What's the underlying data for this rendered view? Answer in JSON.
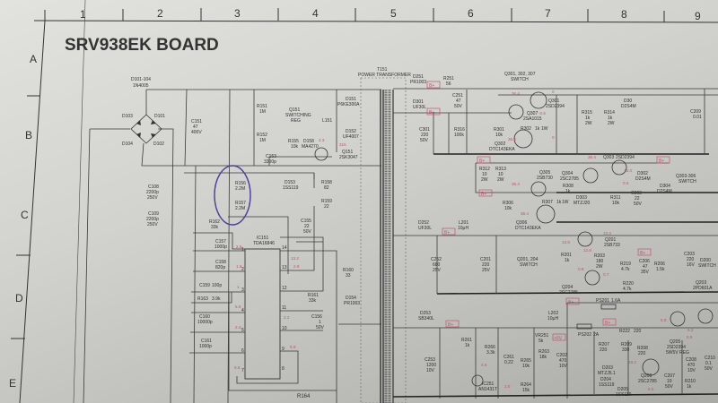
{
  "title": "SRV938EK BOARD",
  "grid": {
    "columns": [
      "1",
      "2",
      "3",
      "4",
      "5",
      "6",
      "7",
      "8",
      "9"
    ],
    "rows": [
      "A",
      "B",
      "C",
      "D",
      "E"
    ]
  },
  "bplus": "B+",
  "plus6v": "+6V",
  "labels": {
    "d101_104": [
      "D101-104",
      "1N4005"
    ],
    "d103": "D103",
    "d101": "D101",
    "d104": "D104",
    "d102": "D102",
    "c151": [
      "C151",
      "47",
      "400V"
    ],
    "r151": [
      "R151",
      "1M"
    ],
    "r152": [
      "R152",
      "1M"
    ],
    "q151_func": [
      "Q151",
      "SWITCHING",
      "REG"
    ],
    "d151": [
      "D151",
      "P6KE300A"
    ],
    "l151": "L151",
    "d152": [
      "D152",
      "UF4007"
    ],
    "r155": [
      "R155",
      "10k"
    ],
    "d158": [
      "D158",
      "MA4270"
    ],
    "c153": [
      "C153",
      "3300p"
    ],
    "q151": [
      "Q151",
      "2SK3047"
    ],
    "d153": [
      "D153",
      "1SS119"
    ],
    "r158": [
      "R158",
      "82"
    ],
    "r156": [
      "R156",
      "2.2M"
    ],
    "r157": [
      "R157",
      "2.2M"
    ],
    "c108": [
      "C108",
      "2200p",
      "250V"
    ],
    "c109": [
      "C109",
      "2200p",
      "250V"
    ],
    "r159": [
      "R159",
      "22"
    ],
    "r162": [
      "R162",
      "33k"
    ],
    "ic151": [
      "IC151",
      "TDA16846"
    ],
    "c157": [
      "C157",
      "1000p"
    ],
    "c158": [
      "C158",
      "820p"
    ],
    "c159": [
      "C159",
      "100p"
    ],
    "r163": [
      "R163",
      "3.9k"
    ],
    "c160": [
      "C160",
      "10000p"
    ],
    "c161": [
      "C161",
      "1000p"
    ],
    "c155": [
      "C155",
      "22",
      "50V"
    ],
    "r160": [
      "R160",
      "33"
    ],
    "d154": [
      "D154",
      "PR1003"
    ],
    "r161": [
      "R161",
      "33k"
    ],
    "c156": [
      "C156",
      "1",
      "50V"
    ],
    "r164": "R164",
    "t151": [
      "T151",
      "POWER TRANSFORMER"
    ],
    "d251": [
      "D251",
      "PR1003"
    ],
    "r251": [
      "R251",
      "56"
    ],
    "q301_group": [
      "Q301, 302, 307",
      "SWITCH"
    ],
    "c251": [
      "C251",
      "47",
      "50V"
    ],
    "d301": [
      "D301",
      "UF30L"
    ],
    "q301": [
      "Q301",
      "2SD2394"
    ],
    "q307": [
      "Q307",
      "2SA1015"
    ],
    "r315": [
      "R315",
      "1k",
      "2W"
    ],
    "r314": [
      "R314",
      "1k",
      "2W"
    ],
    "d30": [
      "D30",
      "D2S4M"
    ],
    "c209": [
      "C209",
      "0.01"
    ],
    "c301": [
      "C301",
      "220",
      "50V"
    ],
    "r316": [
      "R316",
      "100k"
    ],
    "r301": [
      "R301",
      "10k"
    ],
    "r302": [
      "R302",
      "1k",
      "1W"
    ],
    "q302": [
      "Q302",
      "DTC143EKA"
    ],
    "q303": [
      "Q303",
      "2SD2394"
    ],
    "r312": [
      "R312",
      "10",
      "2W"
    ],
    "r313": [
      "R313",
      "10",
      "2W"
    ],
    "q305": [
      "Q305",
      "2SB730"
    ],
    "q304": [
      "Q304",
      "2SC2785"
    ],
    "d302": [
      "D302",
      "D2S4M"
    ],
    "q303_group": [
      "Q303-306",
      "SWITCH"
    ],
    "d304": [
      "D304",
      "D2S4M"
    ],
    "r306": [
      "R306",
      "10k"
    ],
    "r308": [
      "R308",
      "1k"
    ],
    "r307": [
      "R307",
      "1k",
      "1W"
    ],
    "d303": [
      "D303",
      "MTZJ20"
    ],
    "r311": [
      "R311",
      "10k"
    ],
    "c303": [
      "C303",
      "22",
      "50V"
    ],
    "q306": [
      "Q306",
      "DTC143EKA"
    ],
    "d252": [
      "D252",
      "UF30L"
    ],
    "l201": [
      "L201",
      "10μH"
    ],
    "c252": [
      "C252",
      "680",
      "25V"
    ],
    "c201": [
      "C201",
      "220",
      "25V"
    ],
    "q201_group": [
      "Q201, 204",
      "SWITCH"
    ],
    "q201": [
      "Q201",
      "2SB733"
    ],
    "r201": [
      "R201",
      "1k"
    ],
    "r203": [
      "R203",
      "180",
      "2W"
    ],
    "q204": [
      "Q204",
      "2SC2785"
    ],
    "r219": [
      "R219",
      "4.7k"
    ],
    "c206": [
      "C206",
      "47",
      "35V"
    ],
    "r206": [
      "R206",
      "1.5k"
    ],
    "r220": [
      "R220",
      "4.7k"
    ],
    "c203": [
      "C203",
      "220",
      "16V"
    ],
    "d200": [
      "D200",
      "SWITCH"
    ],
    "q203": [
      "Q203",
      "2PD601A"
    ],
    "ps201": [
      "PS201",
      "1.6A"
    ],
    "d253": [
      "D253",
      "SB340L"
    ],
    "l202": [
      "L202",
      "10μH"
    ],
    "ps202": [
      "PS202",
      "2A"
    ],
    "vr251": [
      "VR251",
      "5k"
    ],
    "r261": [
      "R261",
      "1k"
    ],
    "r266": [
      "R266",
      "3.3k"
    ],
    "c253": [
      "C253",
      "1200",
      "10V"
    ],
    "c261": [
      "C261",
      "0.22"
    ],
    "r265": [
      "R265",
      "10k"
    ],
    "r263": [
      "R263",
      "18k"
    ],
    "c202": [
      "C202",
      "470",
      "10V"
    ],
    "r222": [
      "R222",
      "220"
    ],
    "r207": [
      "R207",
      "220"
    ],
    "r209": [
      "R209",
      "330"
    ],
    "r208": [
      "R208",
      "220"
    ],
    "q205": [
      "Q205",
      "2SD2394",
      "5W5V REG"
    ],
    "d203": [
      "D203",
      "MTZJ5.1"
    ],
    "d204": [
      "D204",
      "1SS119"
    ],
    "d205": [
      "D205",
      "1SS119"
    ],
    "q208": [
      "Q208",
      "2SC2785"
    ],
    "c207": [
      "C207",
      "10",
      "50V"
    ],
    "c208": [
      "C208",
      "470",
      "10V"
    ],
    "r210": [
      "R210",
      "1k"
    ],
    "c210": [
      "C210",
      "0.1",
      "50V"
    ],
    "ic251": [
      "IC251",
      "AN1431T"
    ],
    "r264": [
      "R264",
      "15k"
    ]
  },
  "ic151_pins": [
    "1",
    "2",
    "3",
    "4",
    "5",
    "6",
    "7",
    "8",
    "9",
    "10",
    "11",
    "12",
    "13",
    "14"
  ],
  "voltages": {
    "q151_d": "315",
    "q151_g": "2.3",
    "ic_p1": "2.6",
    "ic_p2": "1.6",
    "ic_p3": "1",
    "ic_p4": "5.6",
    "ic_p5": "2.4",
    "ic_p7": "5.8",
    "ic_p9": "5.9",
    "ic_p11": "2.2",
    "ic_p13": "2.9",
    "ic_p14": "13.2",
    "q301_e": "36.4",
    "q301_c": "0",
    "q307": "-0.5",
    "q302_b": "36.3",
    "q302_c": "0",
    "q303": "36.4",
    "q303_e": "13.4",
    "q303_b": "0.5",
    "q305": "36.4",
    "q306": "36.4",
    "q201_e": "13.8",
    "q201_c": "13.3",
    "q201_b": "12.8",
    "q204_b": "0.8",
    "q204_c": "0.7",
    "ic251": "4.6",
    "ic251_r": "2.5",
    "q205_b": "5.9",
    "q205_e": "5.2",
    "q205_c": "5.9",
    "q208": "18.2",
    "q208_e": "6.5"
  }
}
